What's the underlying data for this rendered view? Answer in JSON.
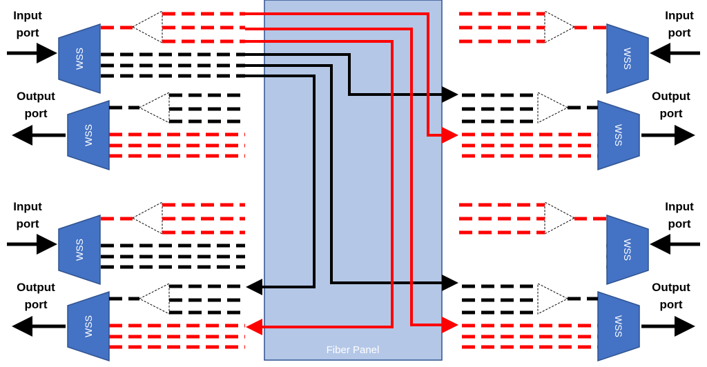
{
  "panel": {
    "label": "Fiber Panel"
  },
  "labels": {
    "input_line1": "Input",
    "input_line2": "port",
    "output_line1": "Output",
    "output_line2": "port",
    "wss": "WSS"
  },
  "colors": {
    "panel_fill": "#b4c7e7",
    "panel_stroke": "#2f528f",
    "wss_fill": "#4472c4",
    "wss_stroke": "#2f528f",
    "red": "#ff0000",
    "black": "#000000"
  }
}
